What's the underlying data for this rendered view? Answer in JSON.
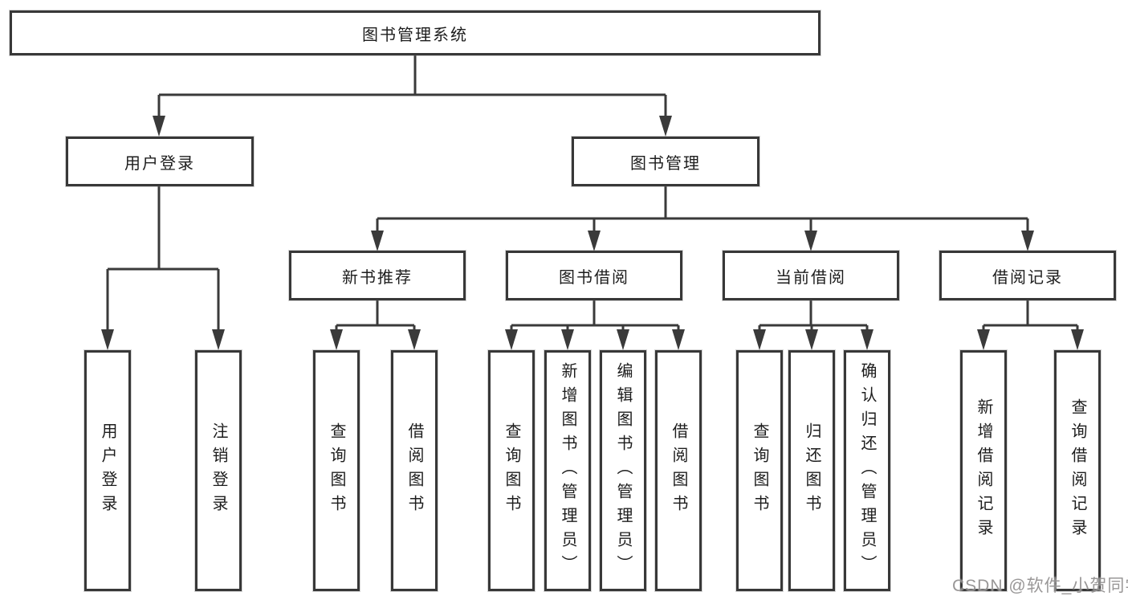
{
  "tree": {
    "label": "图书管理系统",
    "children": [
      {
        "label": "用户登录",
        "children": [
          {
            "label": "用户登录"
          },
          {
            "label": "注销登录"
          }
        ]
      },
      {
        "label": "图书管理",
        "children": [
          {
            "label": "新书推荐",
            "children": [
              {
                "label": "查询图书"
              },
              {
                "label": "借阅图书"
              }
            ]
          },
          {
            "label": "图书借阅",
            "children": [
              {
                "label": "查询图书"
              },
              {
                "label": "新增图书（管理员）"
              },
              {
                "label": "编辑图书（管理员）"
              },
              {
                "label": "借阅图书"
              }
            ]
          },
          {
            "label": "当前借阅",
            "children": [
              {
                "label": "查询图书"
              },
              {
                "label": "归还图书"
              },
              {
                "label": "确认归还（管理员）"
              }
            ]
          },
          {
            "label": "借阅记录",
            "children": [
              {
                "label": "新增借阅记录"
              },
              {
                "label": "查询借阅记录"
              }
            ]
          }
        ]
      }
    ]
  },
  "watermark": {
    "text": "CSDN @软件_小贺同学"
  },
  "colors": {
    "background": "#ffffff",
    "box_border": "#383838",
    "line": "#3a3a3a",
    "text": "#1d1d1d",
    "watermark": "#878585"
  }
}
